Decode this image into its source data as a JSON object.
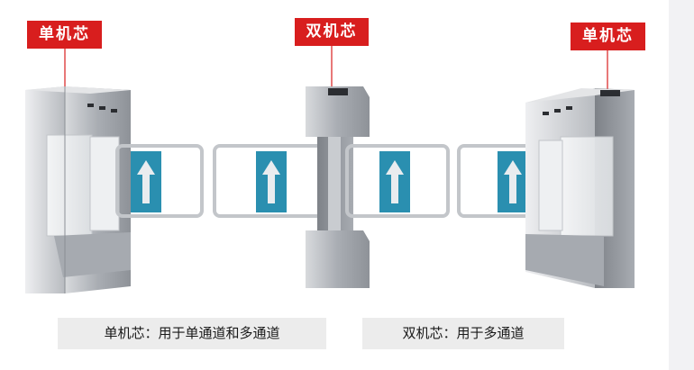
{
  "labels": {
    "left_tag": "单机芯",
    "middle_tag": "双机芯",
    "right_tag": "单机芯"
  },
  "captions": {
    "single_core": "单机芯：用于单通道和多通道",
    "double_core": "双机芯：用于多通道"
  },
  "colors": {
    "tag_red": "#d81e1e",
    "caption_bg": "#ececec",
    "arrow_panel": "#2a8fb0",
    "steel": "#b9bcc2"
  },
  "icons": [
    "up-arrow-icon"
  ]
}
